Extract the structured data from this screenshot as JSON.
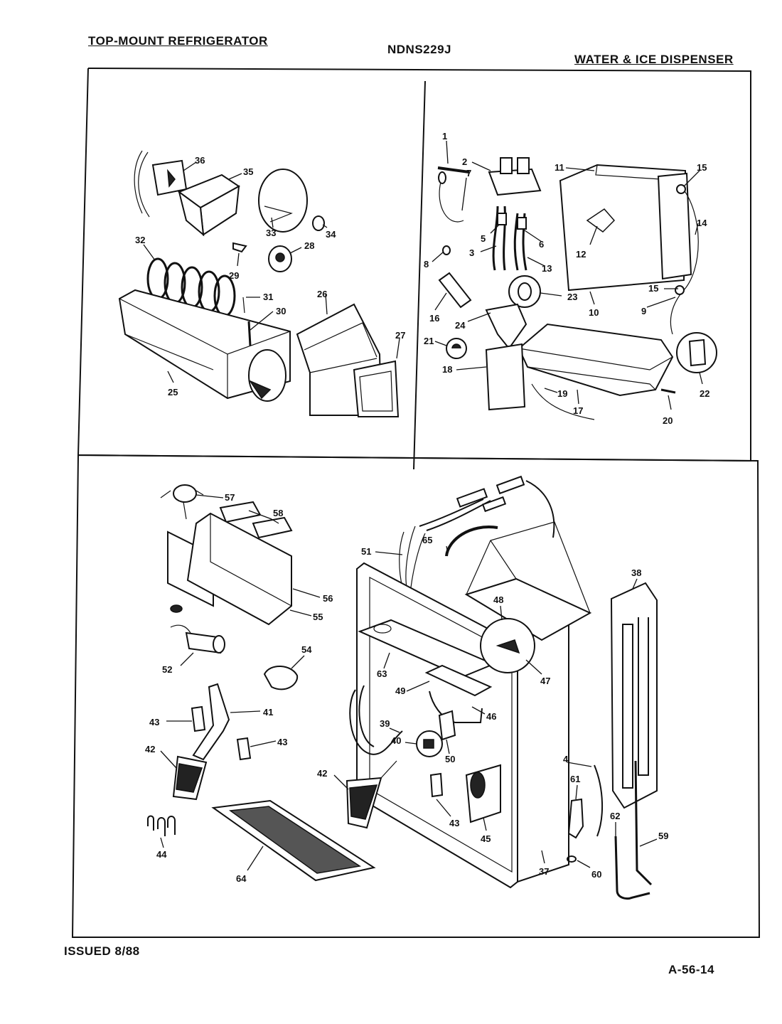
{
  "header": {
    "left": "TOP-MOUNT REFRIGERATOR",
    "center": "NDNS229J",
    "right": "WATER & ICE DISPENSER"
  },
  "footer": {
    "issued": "ISSUED 8/88",
    "code": "A-56-14"
  },
  "panel_top_left": {
    "labels": [
      "36",
      "35",
      "33",
      "34",
      "32",
      "28",
      "29",
      "31",
      "30",
      "26",
      "27",
      "25"
    ]
  },
  "panel_top_right": {
    "labels": [
      "1",
      "2",
      "11",
      "15",
      "7",
      "14",
      "12",
      "5",
      "6",
      "8",
      "3",
      "13",
      "15",
      "9",
      "10",
      "23",
      "16",
      "24",
      "21",
      "18",
      "19",
      "17",
      "22",
      "20"
    ]
  },
  "panel_bottom": {
    "labels": [
      "57",
      "58",
      "51",
      "65",
      "38",
      "56",
      "55",
      "48",
      "52",
      "54",
      "63",
      "47",
      "49",
      "41",
      "43",
      "46",
      "43",
      "39",
      "40",
      "50",
      "42",
      "42",
      "4",
      "61",
      "43",
      "45",
      "62",
      "59",
      "44",
      "64",
      "37",
      "60"
    ]
  }
}
